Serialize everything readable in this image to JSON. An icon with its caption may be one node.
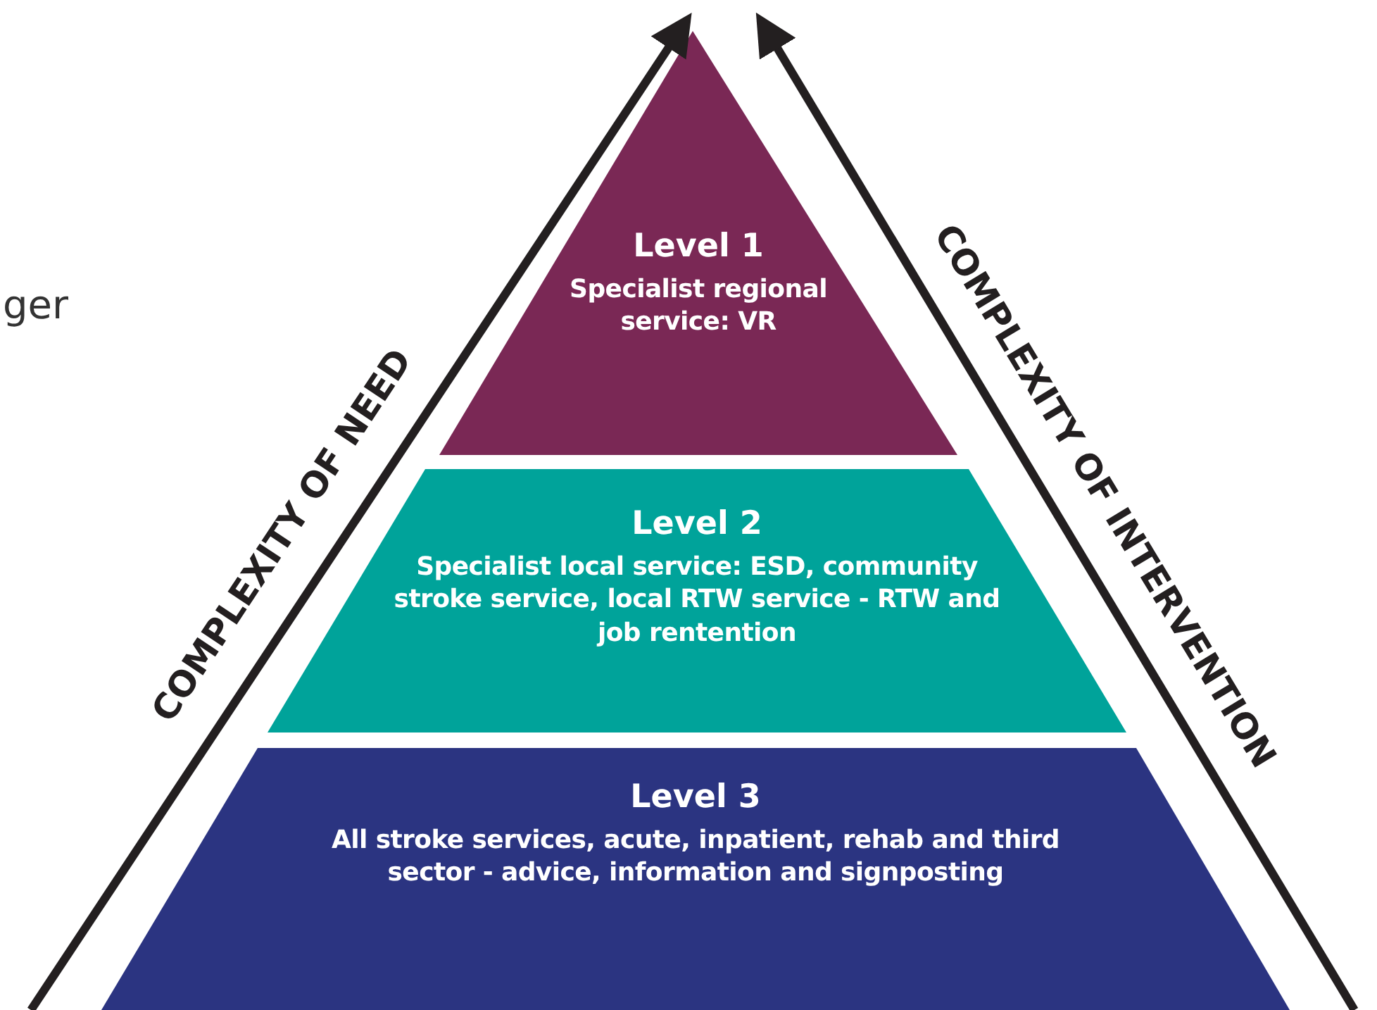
{
  "diagram": {
    "nodes": [
      {
        "text": [
          "Level 1",
          "Specialist regional service: VR"
        ]
      },
      {
        "text": [
          "Level 2",
          "Specialist local service: ESD, community stroke service, local RTW service - RTW and job rentention"
        ]
      },
      {
        "text": [
          "Level 3",
          "All stroke services, acute, inpatient, rehab and third sector - advice, information and signposting"
        ]
      }
    ],
    "labels": [
      "ger",
      "COMPLEXITY OF NEED",
      "COMPLEXITY OF INTERVENTION"
    ]
  }
}
